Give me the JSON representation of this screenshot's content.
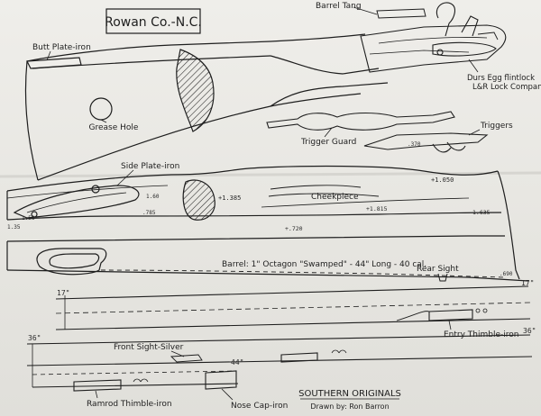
{
  "title": "Rowan Co.-N.C.",
  "labels": {
    "barrel_tang": "Barrel Tang",
    "butt_plate": "Butt Plate-iron",
    "grease_hole": "Grease Hole",
    "lock_line1": "Durs Egg flintlock",
    "lock_line2": "L&R Lock Company",
    "trigger_guard": "Trigger Guard",
    "triggers": "Triggers",
    "side_plate": "Side Plate-iron",
    "cheekpiece": "Cheekpiece",
    "barrel": "Barrel: 1\" Octagon \"Swamped\" - 44\" Long - 40 cal.",
    "rear_sight": "Rear Sight",
    "entry_thimble": "Entry Thimble-iron",
    "front_sight": "Front Sight-Silver",
    "ramrod_thimble": "Ramrod Thimble-iron",
    "nose_cap": "Nose Cap-iron"
  },
  "dimensions": {
    "d_1_385": "+1.385",
    "d_1_050": "+1.050",
    "d_1_815": "+1.815",
    "d_1_635": "1.635",
    "d_720": "+.720",
    "d_1_60": "1.60",
    "d_785": ".785",
    "d_1_58": "1.58",
    "d_1_35": "1.35",
    "d_370": ".370",
    "d_690": ".690",
    "d_17_left": "17\"",
    "d_17_right": "17\"",
    "d_36_left": "36\"",
    "d_36_right": "36\"",
    "d_44": "44\""
  },
  "credits": {
    "series": "SOUTHERN ORIGINALS",
    "drawn_by": "Drawn by: Ron Barron"
  }
}
